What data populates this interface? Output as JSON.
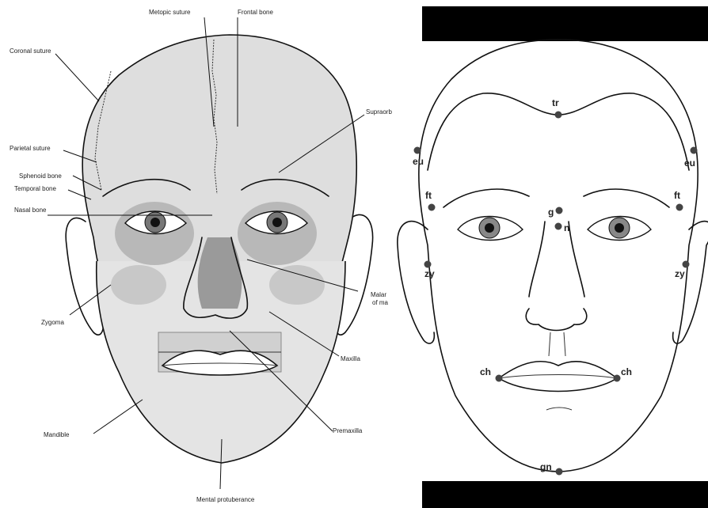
{
  "skull_labels": {
    "metopic_suture": "Metopic suture",
    "frontal_bone": "Frontal bone",
    "coronal_suture": "Coronal suture",
    "supraorb": "Supraorb",
    "parietal_suture": "Parietal suture",
    "sphenoid_bone": "Sphenoid bone",
    "temporal_bone": "Temporal bone",
    "nasal_bone": "Nasal bone",
    "malar_1": "Malar",
    "malar_2": "of ma",
    "zygoma": "Zygoma",
    "maxilla": "Maxilla",
    "mandible": "Mandible",
    "premaxilla": "Premaxilla",
    "mental_protuberance": "Mental protuberance"
  },
  "landmarks": {
    "tr": "tr",
    "eu": "eu",
    "ft": "ft",
    "g": "g",
    "n": "n",
    "zy": "zy",
    "ch": "ch",
    "gn": "gn"
  },
  "colors": {
    "line": "#111111",
    "bone": "#d9d9d9",
    "bone_shadow": "#a9a9a9",
    "landmark_dot": "#444444",
    "bar": "#000000"
  }
}
